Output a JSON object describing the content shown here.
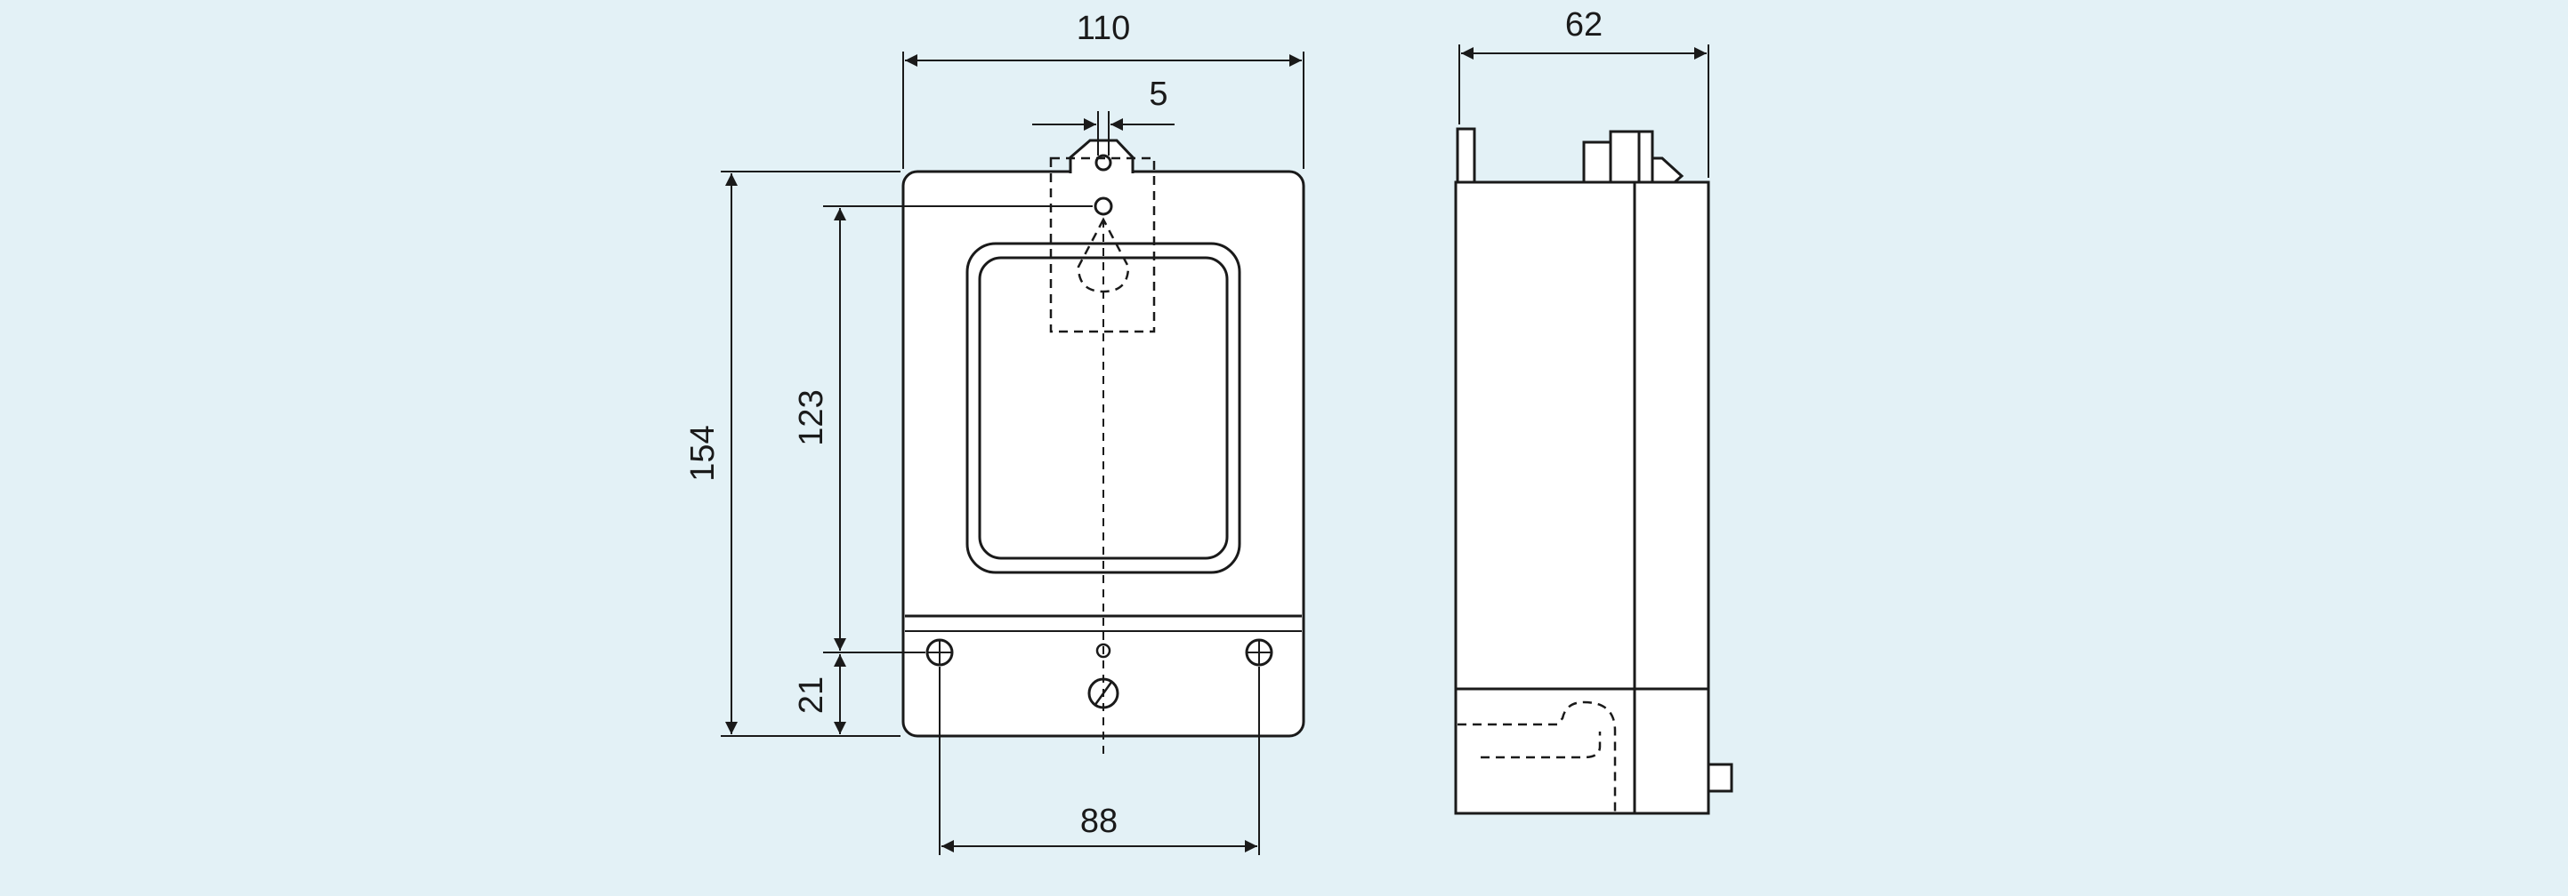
{
  "colors": {
    "background": "#e3f1f6",
    "ink": "#1a1a1a",
    "body_fill": "#ffffff"
  },
  "front_view": {
    "width": "110",
    "hook_width": "5",
    "total_height": "154",
    "window_height": "123",
    "terminal_height": "21",
    "mounting_holes_spacing": "88"
  },
  "side_view": {
    "depth": "62"
  }
}
